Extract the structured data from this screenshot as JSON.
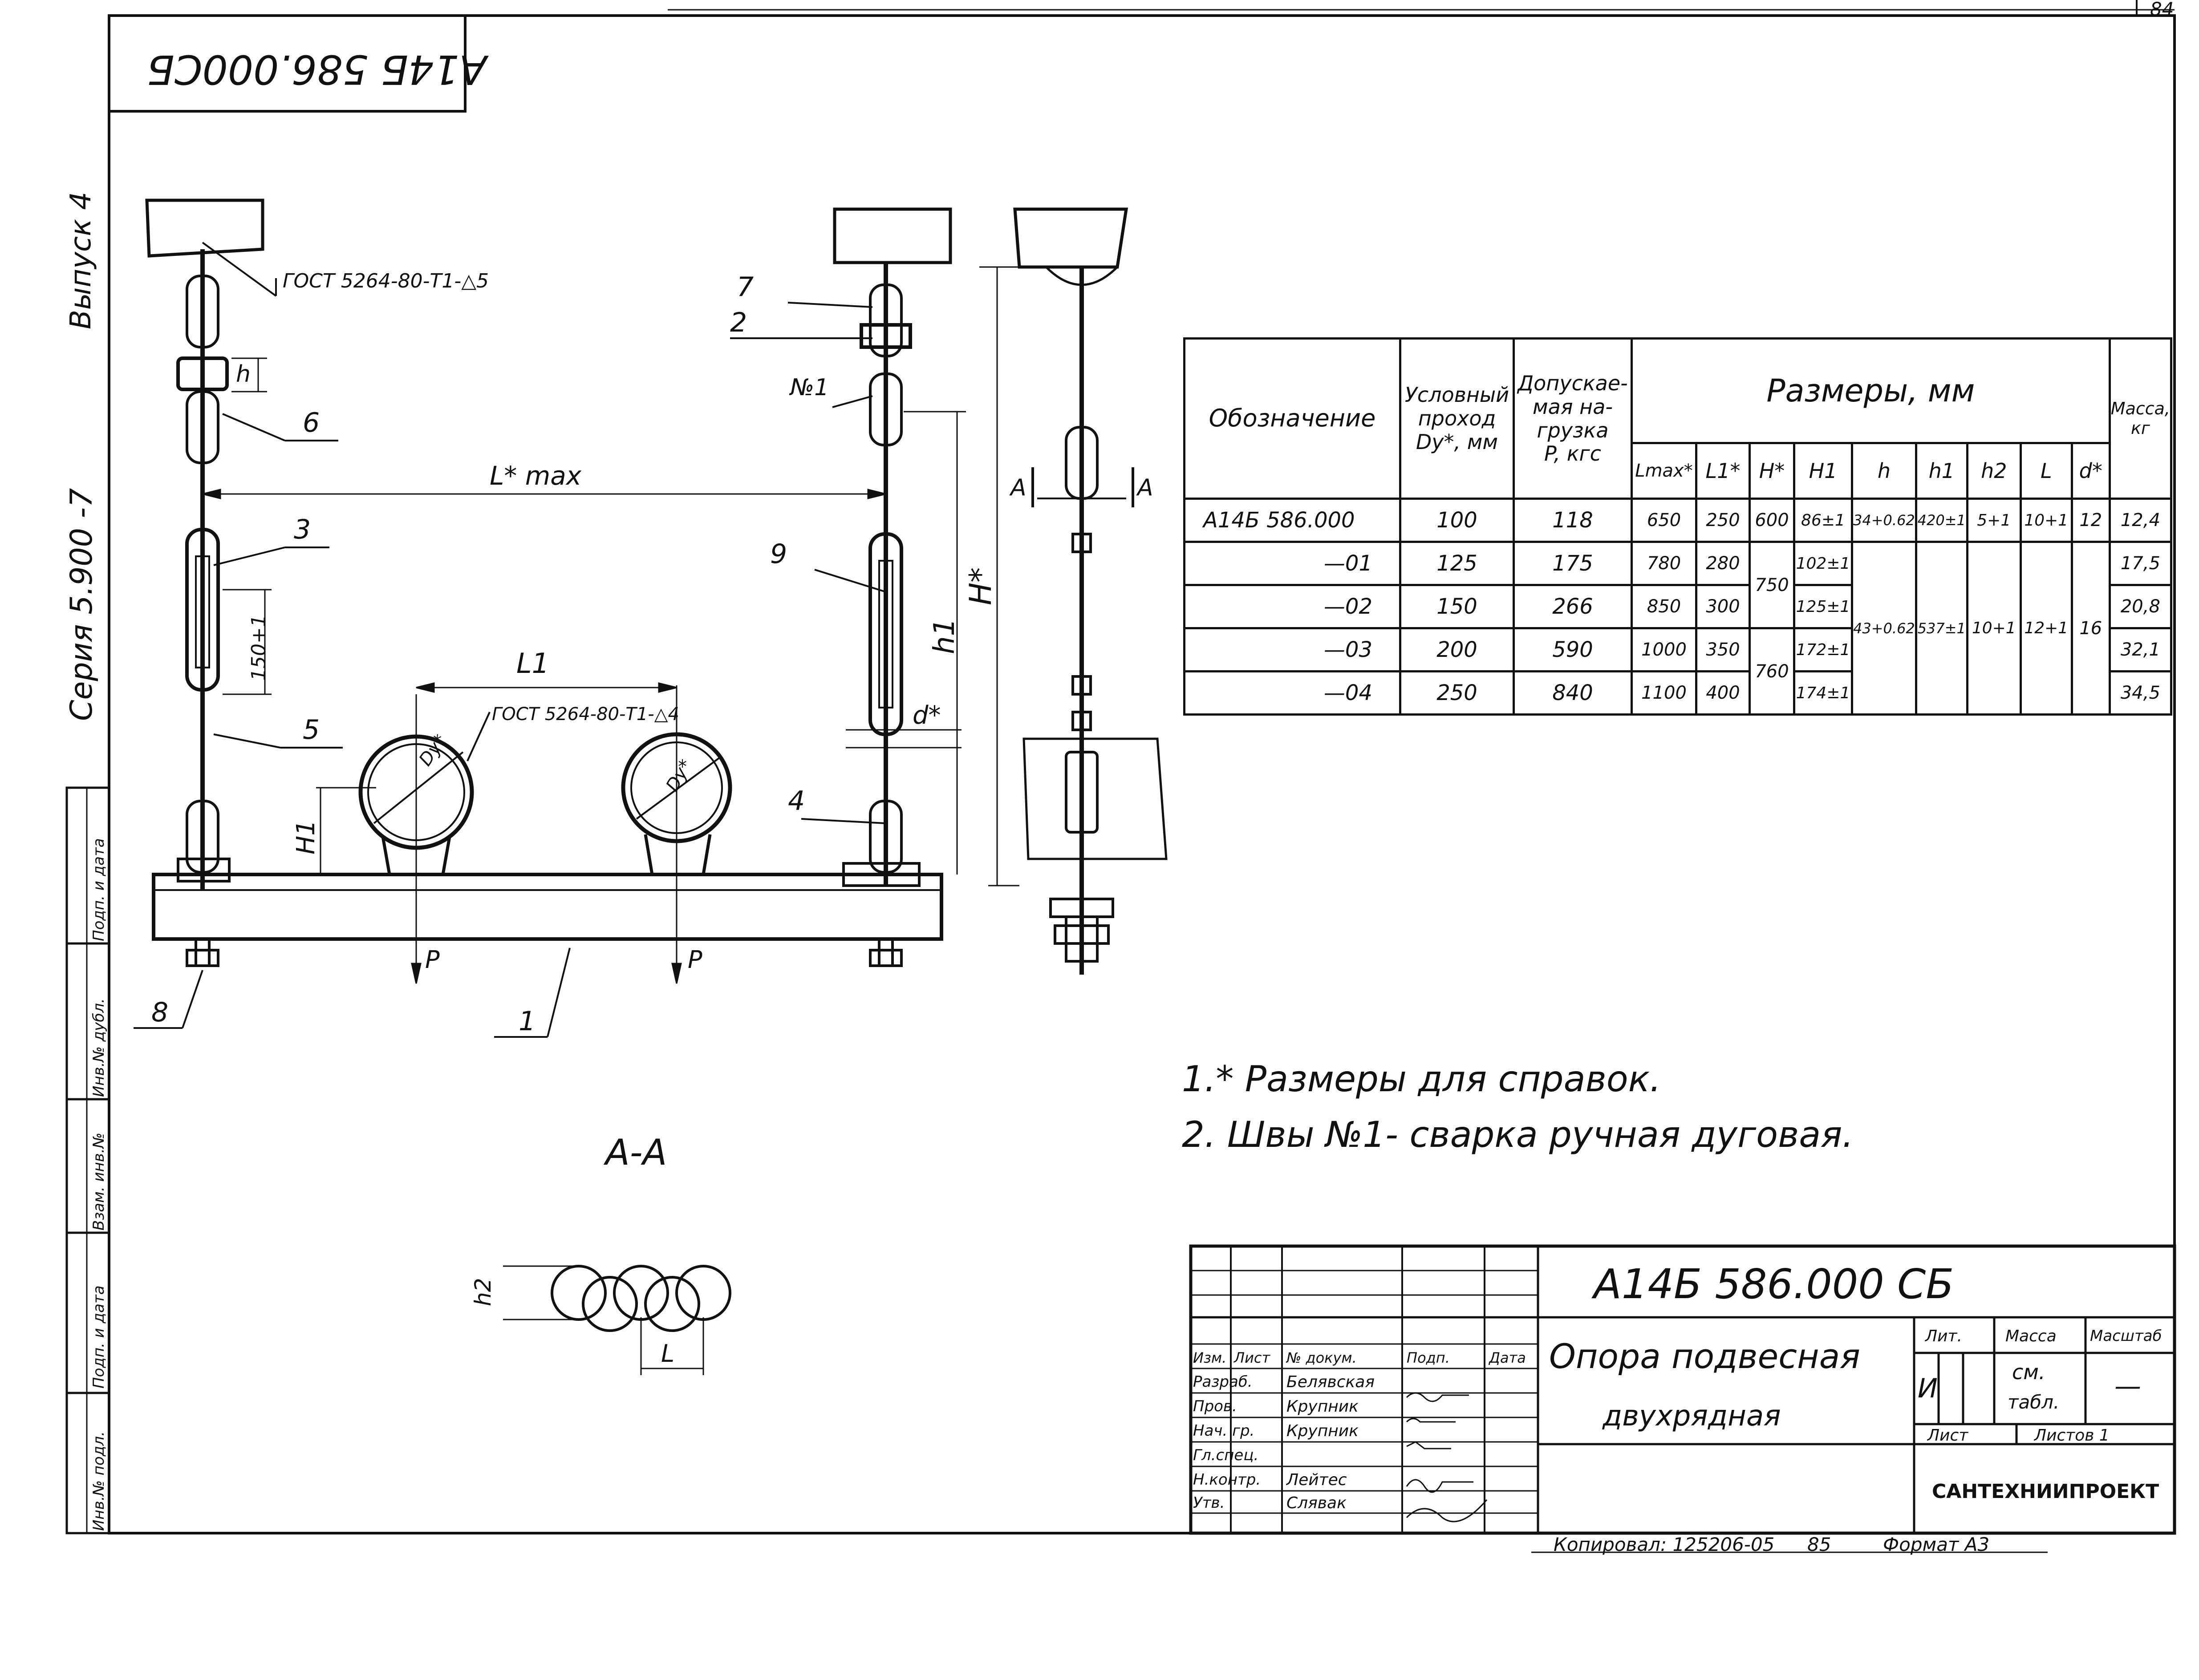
{
  "sheet_number": "84",
  "doc_code_rotated": "А14Б 586.000СБ",
  "left_margin": {
    "issue": "Выпуск 4",
    "series": "Серия 5.900 -7"
  },
  "left_stamp_cells": [
    "Инв.№ подл.",
    "Подп. и дата",
    "Взам. инв.№",
    "Инв.№ дубл.",
    "Подп. и дата"
  ],
  "weld_note_top": "ГОСТ 5264-80-Т1-",
  "weld_leg_top": "5",
  "weld_note_mid": "ГОСТ 5264-80-Т1-",
  "weld_leg_mid": "4",
  "callouts": {
    "c1": "1",
    "c2": "2",
    "c3": "3",
    "c4": "4",
    "c5": "5",
    "c6": "6",
    "c7": "7",
    "c8": "8",
    "c9": "9",
    "weld": "№1"
  },
  "dims": {
    "lmax": "L* max",
    "l1": "L1",
    "h": "h",
    "h_star": "H*",
    "h1_upper": "h1",
    "h1_lower": "H1",
    "d_star": "d*",
    "dy": "Dy*",
    "dim150": "150+1",
    "p_load": "P",
    "h2": "h2",
    "l": "L",
    "section_a": "A"
  },
  "section_title": "А-А",
  "notes": [
    "1.* Размеры для справок.",
    "2. Швы №1- сварка ручная дуговая."
  ],
  "table": {
    "headers": {
      "designation": "Обозначение",
      "passage": [
        "Условный",
        "проход",
        "Dy*, мм"
      ],
      "load": [
        "Допускае-",
        "мая на-",
        "грузка",
        "P, кгс"
      ],
      "sizes": "Размеры, мм",
      "mass": [
        "Масса,",
        "кг"
      ],
      "cols": [
        "Lmax*",
        "L1*",
        "H*",
        "H1",
        "h",
        "h1",
        "h2",
        "L",
        "d*"
      ]
    },
    "rows": [
      {
        "designation": "А14Б 586.000",
        "dy": "100",
        "p": "118",
        "lmax": "650",
        "l1": "250",
        "h_star": "600",
        "h1": "86±1",
        "h": "34+0.62",
        "h1s": "420±1",
        "h2": "5+1",
        "l": "10+1",
        "d": "12",
        "mass": "12,4"
      },
      {
        "designation": "—01",
        "dy": "125",
        "p": "175",
        "lmax": "780",
        "l1": "280",
        "h_star": "",
        "h1": "102±1",
        "h": "",
        "h1s": "",
        "h2": "",
        "l": "",
        "d": "",
        "mass": "17,5"
      },
      {
        "designation": "—02",
        "dy": "150",
        "p": "266",
        "lmax": "850",
        "l1": "300",
        "h_star": "750",
        "h1": "125±1",
        "h": "43+0.62",
        "h1s": "537±1",
        "h2": "10+1",
        "l": "12+1",
        "d": "16",
        "mass": "20,8"
      },
      {
        "designation": "—03",
        "dy": "200",
        "p": "590",
        "lmax": "1000",
        "l1": "350",
        "h_star": "",
        "h1": "172±1",
        "h": "",
        "h1s": "",
        "h2": "",
        "l": "",
        "d": "",
        "mass": "32,1"
      },
      {
        "designation": "—04",
        "dy": "250",
        "p": "840",
        "lmax": "1100",
        "l1": "400",
        "h_star": "760",
        "h1": "174±1",
        "h": "",
        "h1s": "",
        "h2": "",
        "l": "",
        "d": "",
        "mass": "34,5"
      }
    ]
  },
  "title_block": {
    "doc_number": "А14Б 586.000 СБ",
    "name_line1": "Опора подвесная",
    "name_line2": "двухрядная",
    "lit_label": "Лит.",
    "mass_label": "Масса",
    "scale_label": "Масштаб",
    "lit_value": "И",
    "mass_value_1": "см.",
    "mass_value_2": "табл.",
    "scale_value": "—",
    "sheet_label": "Лист",
    "sheets_label": "Листов 1",
    "org": "САНТЕХНИИПРОЕКТ",
    "col_headers": [
      "Изм.",
      "Лист",
      "№ докум.",
      "Подп.",
      "Дата"
    ],
    "roles": [
      "Разраб.",
      "Пров.",
      "Нач. гр.",
      "Гл.спец.",
      "Н.контр.",
      "Утв."
    ],
    "people": [
      "Белявская",
      "Крупник",
      "Крупник",
      "",
      "Лейтес",
      "Слявак"
    ]
  },
  "footer": {
    "copied": "Копировал: 125206-05",
    "code": "85",
    "format": "Формат А3"
  }
}
